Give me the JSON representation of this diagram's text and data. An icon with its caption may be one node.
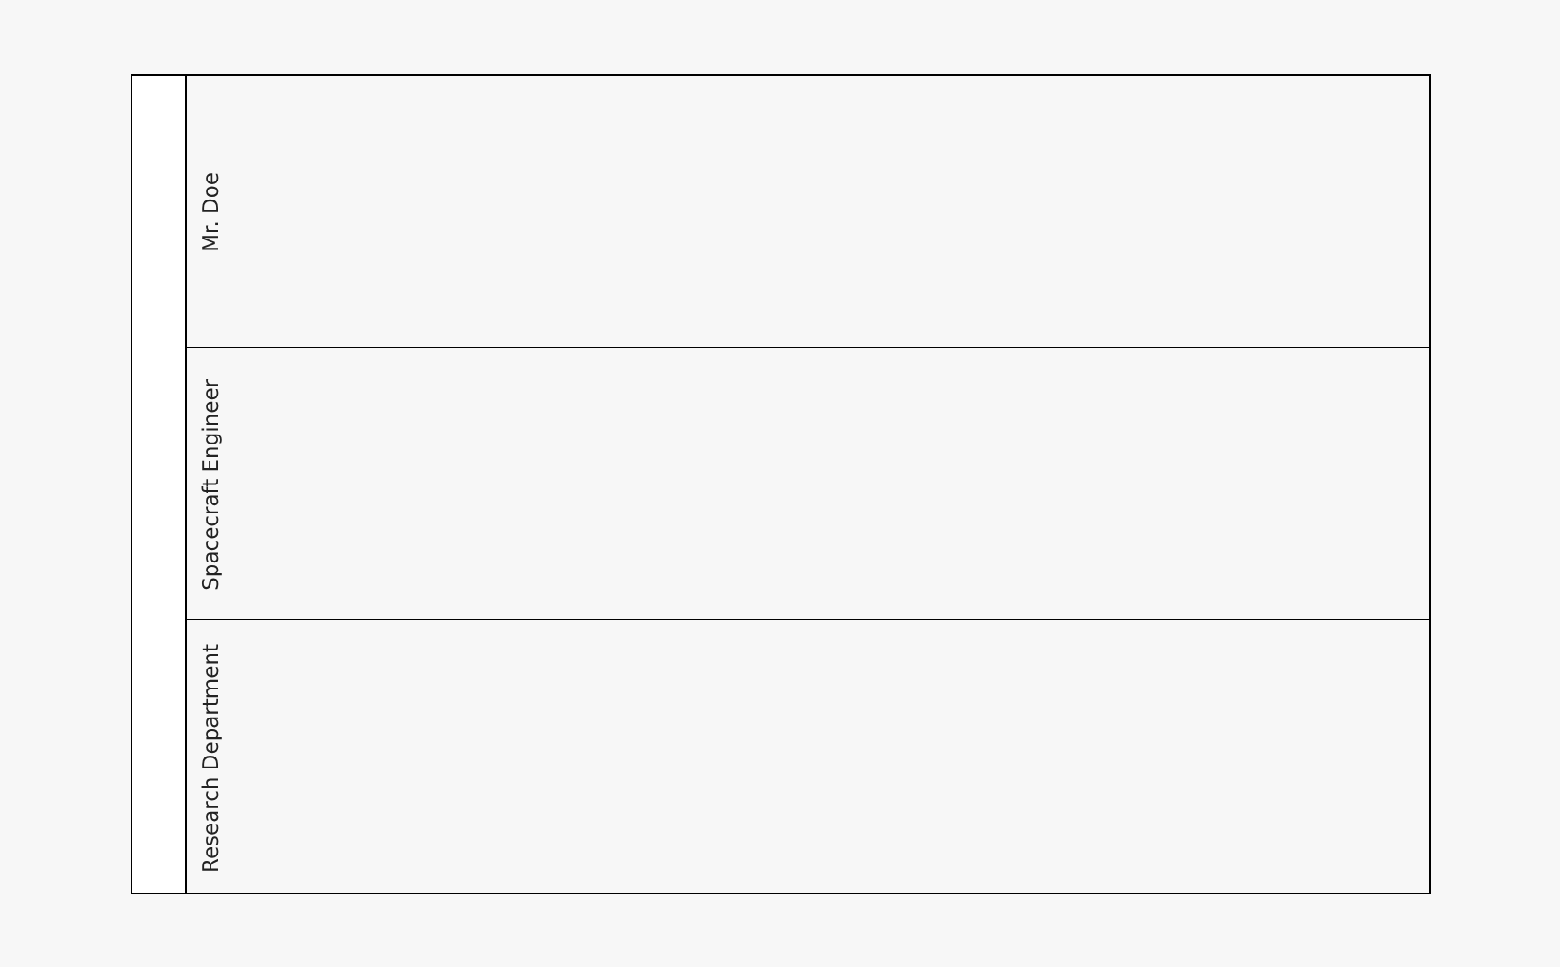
{
  "diagram": {
    "nodes": [
      {
        "text": [],
        "shape": "box"
      },
      {
        "text": [
          "Mr. Doe"
        ],
        "in": 0
      },
      {
        "text": [
          "Spacecraft Engineer"
        ],
        "in": 0
      },
      {
        "text": [
          "Research Department"
        ],
        "in": 0
      }
    ]
  }
}
